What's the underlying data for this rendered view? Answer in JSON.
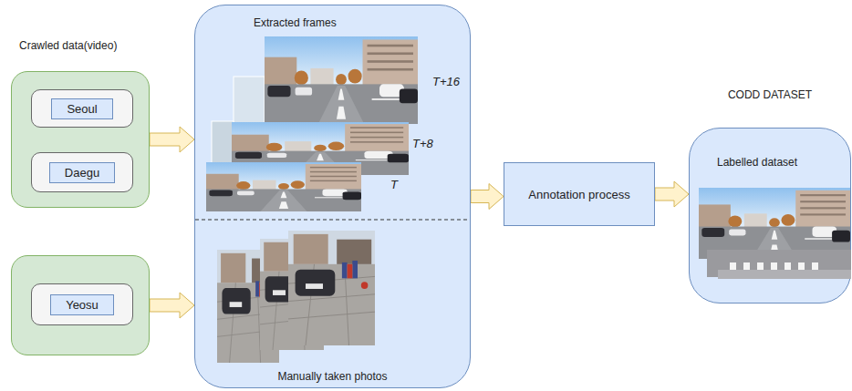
{
  "diagram": {
    "nodes": [
      {
        "text": [
          "Crawled data(video)"
        ]
      },
      {
        "text": [
          "Seoul"
        ],
        "in": 0
      },
      {
        "text": [
          "Daegu"
        ],
        "in": 0
      },
      {
        "text": []
      },
      {
        "text": [
          "Yeosu"
        ],
        "in": 3
      },
      {
        "text": [
          "Extracted frames",
          "Manually taken photos"
        ]
      },
      {
        "text": [
          "Annotation process"
        ]
      },
      {
        "text": [
          "CODD DATASET",
          "Labelled dataset"
        ]
      }
    ],
    "edges": [
      {
        "from": 0,
        "to": 5,
        "arrow": "to"
      },
      {
        "from": 3,
        "to": 5,
        "arrow": "to"
      },
      {
        "from": 5,
        "to": 6,
        "arrow": "to"
      },
      {
        "from": 6,
        "to": 7,
        "arrow": "to"
      }
    ],
    "labels": [
      "T+16",
      "T+8",
      "T"
    ]
  }
}
